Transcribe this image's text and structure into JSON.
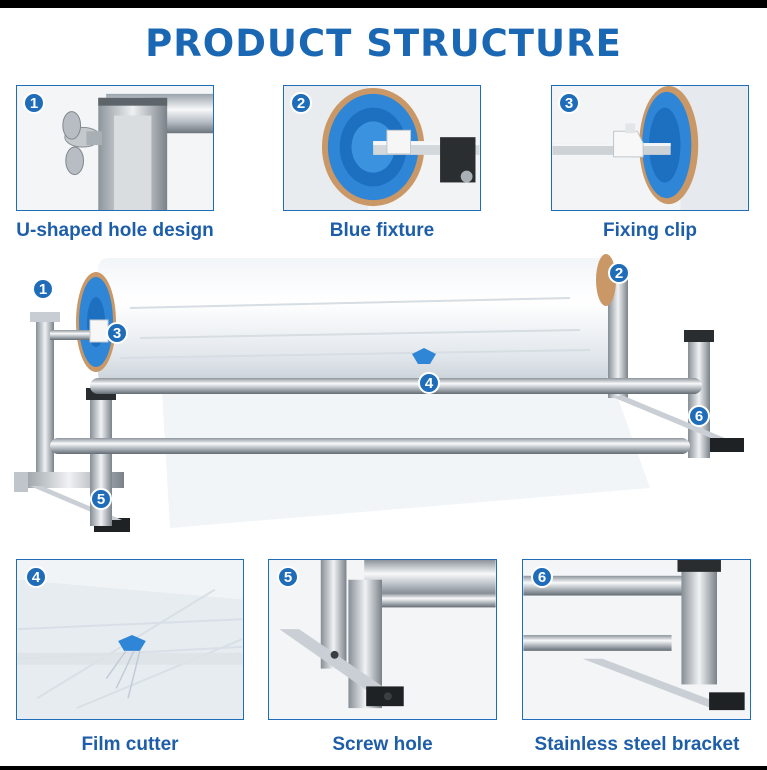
{
  "title": "PRODUCT STRUCTURE",
  "colors": {
    "accent": "#1f6db8",
    "title": "#1a67b3",
    "caption": "#1e5ea8",
    "fixture_blue": "#2f86d6"
  },
  "top_panels": [
    {
      "number": "1",
      "caption": "U-shaped hole design",
      "icon": "u-bracket-closeup"
    },
    {
      "number": "2",
      "caption": "Blue fixture",
      "icon": "blue-fixture-closeup"
    },
    {
      "number": "3",
      "caption": "Fixing clip",
      "icon": "fixing-clip-closeup"
    }
  ],
  "main_markers": [
    "1",
    "2",
    "3",
    "4",
    "5",
    "6"
  ],
  "bottom_panels": [
    {
      "number": "4",
      "caption": "Film cutter",
      "icon": "film-cutter-closeup"
    },
    {
      "number": "5",
      "caption": "Screw hole",
      "icon": "screw-hole-closeup"
    },
    {
      "number": "6",
      "caption": "Stainless steel bracket",
      "icon": "steel-bracket-closeup"
    }
  ]
}
